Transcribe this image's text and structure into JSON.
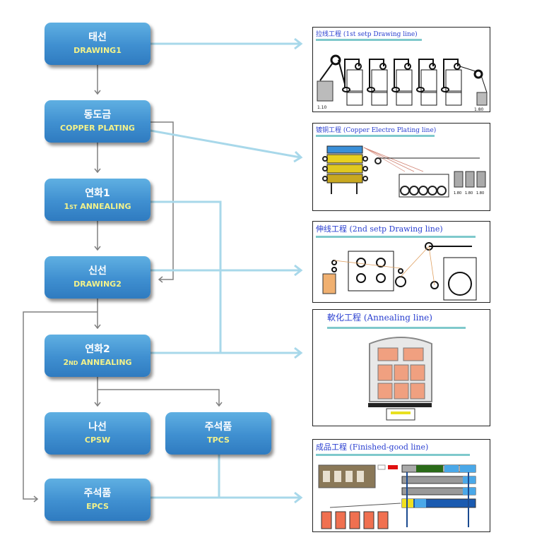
{
  "nodes": {
    "drawing1": {
      "ko": "태선",
      "en": "DRAWING1"
    },
    "copper_plating": {
      "ko": "동도금",
      "en": "COPPER PLATING"
    },
    "annealing1": {
      "ko": "연화1",
      "en_prefix": "1",
      "en_sup": "ST",
      "en": " ANNEALING"
    },
    "drawing2": {
      "ko": "신선",
      "en": "DRAWING2"
    },
    "annealing2": {
      "ko": "연화2",
      "en_prefix": "2",
      "en_sup": "ND",
      "en": " ANNEALING"
    },
    "cpsw": {
      "ko": "나선",
      "en": "CPSW"
    },
    "tpcs": {
      "ko": "주석품",
      "en": "TPCS"
    },
    "epcs": {
      "ko": "주석품",
      "en": "EPCS"
    }
  },
  "panels": {
    "drawing1": {
      "title": "拉线工程 (1st setp Drawing line)",
      "labels": [
        "1.10",
        "1.80"
      ]
    },
    "plating": {
      "title": "镀铜工程 (Copper Electro Plating line)",
      "labels": [
        "1.80",
        "1.80",
        "1.80"
      ]
    },
    "drawing2": {
      "title": "伸线工程 (2nd setp Drawing line)"
    },
    "annealing": {
      "title": "軟化工程 (Annealing line)"
    },
    "finished": {
      "title": "成品工程 (Finished-good line)"
    }
  },
  "colors": {
    "node_top": "#5fb0e2",
    "node_bottom": "#2f7bc0",
    "node_subtitle": "#f3f28a",
    "flow_line": "#a8d8ea",
    "connector_gray": "#808080",
    "panel_title": "#2a3fd0",
    "panel_underline": "#7fc9cc"
  }
}
